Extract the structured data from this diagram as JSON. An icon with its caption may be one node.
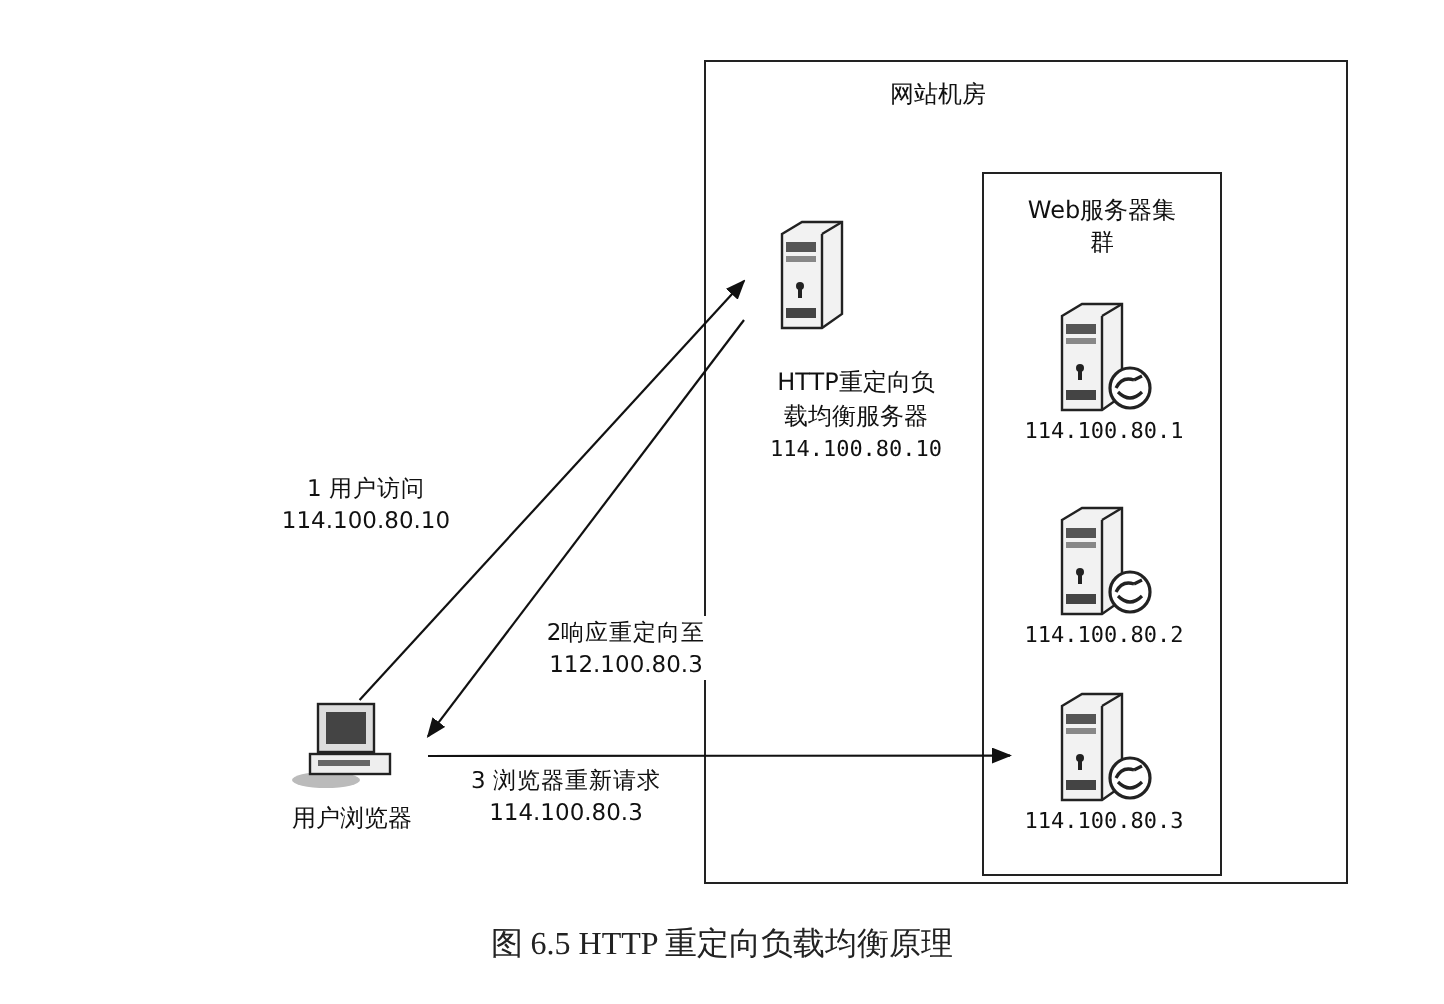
{
  "diagram": {
    "caption": "图 6.5 HTTP 重定向负载均衡原理",
    "nodes": [
      {
        "text": [
          "网站机房"
        ]
      },
      {
        "text": [
          "HTTP重定向负载均衡服务器",
          "114.100.80.10"
        ],
        "in": 0
      },
      {
        "text": [
          "Web服务器集群"
        ],
        "in": 0
      },
      {
        "text": [
          "114.100.80.1"
        ],
        "in": 2
      },
      {
        "text": [
          "114.100.80.2"
        ],
        "in": 2
      },
      {
        "text": [
          "114.100.80.3"
        ],
        "in": 2
      },
      {
        "text": [
          "用户浏览器"
        ]
      }
    ],
    "edges": [
      {
        "from": 6,
        "to": 1,
        "arrow": "to",
        "label": "1 用户访问 114.100.80.10"
      },
      {
        "from": 1,
        "to": 6,
        "arrow": "to",
        "label": "2响应重定向至 112.100.80.3"
      },
      {
        "from": 6,
        "to": 5,
        "arrow": "to",
        "label": "3 浏览器重新请求 114.100.80.3"
      }
    ]
  }
}
